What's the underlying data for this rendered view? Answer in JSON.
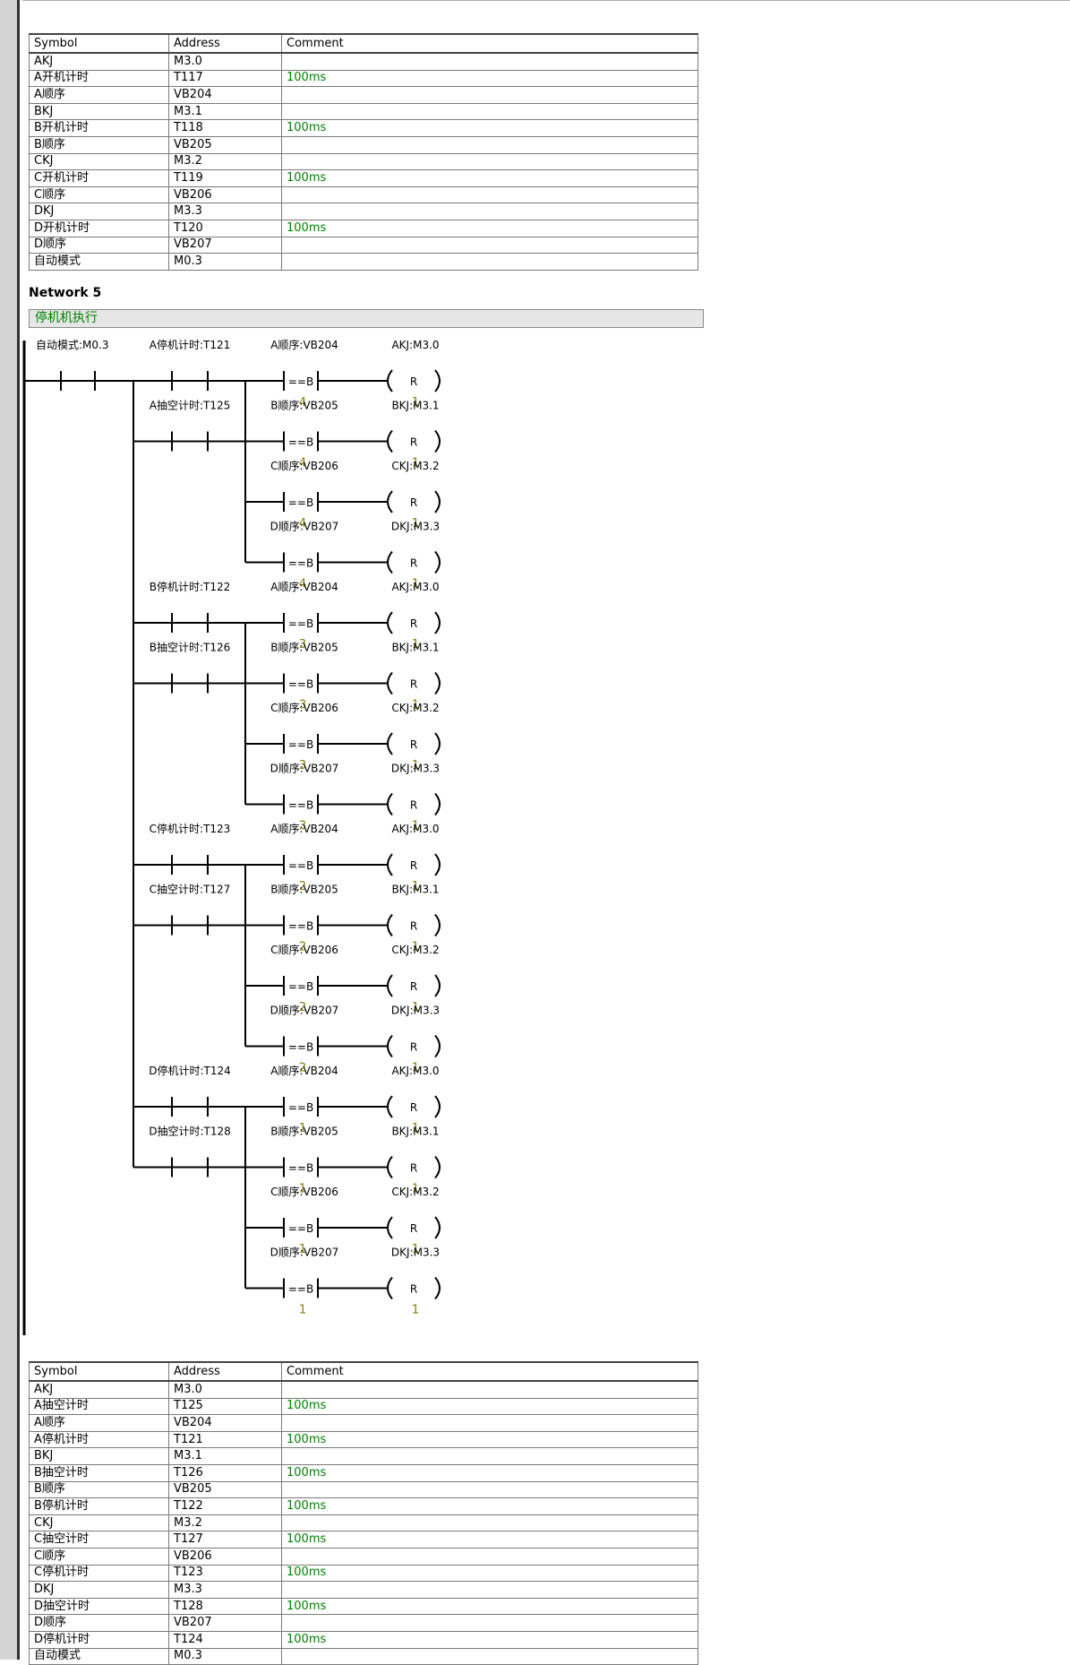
{
  "symbol_table_1": {
    "headers": [
      "Symbol",
      "Address",
      "Comment"
    ],
    "rows": [
      [
        "AKJ",
        "M3.0",
        ""
      ],
      [
        "A开机计时",
        "T117",
        "100ms"
      ],
      [
        "A顺序",
        "VB204",
        ""
      ],
      [
        "BKJ",
        "M3.1",
        ""
      ],
      [
        "B开机计时",
        "T118",
        "100ms"
      ],
      [
        "B顺序",
        "VB205",
        ""
      ],
      [
        "CKJ",
        "M3.2",
        ""
      ],
      [
        "C开机计时",
        "T119",
        "100ms"
      ],
      [
        "C顺序",
        "VB206",
        ""
      ],
      [
        "DKJ",
        "M3.3",
        ""
      ],
      [
        "D开机计时",
        "T120",
        "100ms"
      ],
      [
        "D顺序",
        "VB207",
        ""
      ],
      [
        "自动模式",
        "M0.3",
        ""
      ]
    ]
  },
  "network": {
    "title": "Network 5",
    "comment": "停机机执行"
  },
  "ladder": {
    "series_contacts": [
      "自动模式:M0.3",
      "A停机计时:T121"
    ],
    "groups": [
      {
        "contacts": [
          "A停机计时:T121",
          "A抽空计时:T125"
        ],
        "compare_value": "4",
        "rungs": [
          {
            "operand": "A顺序:VB204",
            "coil": "AKJ:M3.0"
          },
          {
            "operand": "B顺序:VB205",
            "coil": "BKJ:M3.1"
          },
          {
            "operand": "C顺序:VB206",
            "coil": "CKJ:M3.2"
          },
          {
            "operand": "D顺序:VB207",
            "coil": "DKJ:M3.3"
          }
        ]
      },
      {
        "contacts": [
          "B停机计时:T122",
          "B抽空计时:T126"
        ],
        "compare_value": "3",
        "rungs": [
          {
            "operand": "A顺序:VB204",
            "coil": "AKJ:M3.0"
          },
          {
            "operand": "B顺序:VB205",
            "coil": "BKJ:M3.1"
          },
          {
            "operand": "C顺序:VB206",
            "coil": "CKJ:M3.2"
          },
          {
            "operand": "D顺序:VB207",
            "coil": "DKJ:M3.3"
          }
        ]
      },
      {
        "contacts": [
          "C停机计时:T123",
          "C抽空计时:T127"
        ],
        "compare_value": "2",
        "rungs": [
          {
            "operand": "A顺序:VB204",
            "coil": "AKJ:M3.0"
          },
          {
            "operand": "B顺序:VB205",
            "coil": "BKJ:M3.1"
          },
          {
            "operand": "C顺序:VB206",
            "coil": "CKJ:M3.2"
          },
          {
            "operand": "D顺序:VB207",
            "coil": "DKJ:M3.3"
          }
        ]
      },
      {
        "contacts": [
          "D停机计时:T124",
          "D抽空计时:T128"
        ],
        "compare_value": "1",
        "rungs": [
          {
            "operand": "A顺序:VB204",
            "coil": "AKJ:M3.0"
          },
          {
            "operand": "B顺序:VB205",
            "coil": "BKJ:M3.1"
          },
          {
            "operand": "C顺序:VB206",
            "coil": "CKJ:M3.2"
          },
          {
            "operand": "D顺序:VB207",
            "coil": "DKJ:M3.3"
          }
        ]
      }
    ],
    "compare_op": "==B",
    "coil_op": "R",
    "coil_count": "1"
  },
  "symbol_table_2": {
    "headers": [
      "Symbol",
      "Address",
      "Comment"
    ],
    "rows": [
      [
        "AKJ",
        "M3.0",
        ""
      ],
      [
        "A抽空计时",
        "T125",
        "100ms"
      ],
      [
        "A顺序",
        "VB204",
        ""
      ],
      [
        "A停机计时",
        "T121",
        "100ms"
      ],
      [
        "BKJ",
        "M3.1",
        ""
      ],
      [
        "B抽空计时",
        "T126",
        "100ms"
      ],
      [
        "B顺序",
        "VB205",
        ""
      ],
      [
        "B停机计时",
        "T122",
        "100ms"
      ],
      [
        "CKJ",
        "M3.2",
        ""
      ],
      [
        "C抽空计时",
        "T127",
        "100ms"
      ],
      [
        "C顺序",
        "VB206",
        ""
      ],
      [
        "C停机计时",
        "T123",
        "100ms"
      ],
      [
        "DKJ",
        "M3.3",
        ""
      ],
      [
        "D抽空计时",
        "T128",
        "100ms"
      ],
      [
        "D顺序",
        "VB207",
        ""
      ],
      [
        "D停机计时",
        "T124",
        "100ms"
      ],
      [
        "自动模式",
        "M0.3",
        ""
      ]
    ]
  }
}
